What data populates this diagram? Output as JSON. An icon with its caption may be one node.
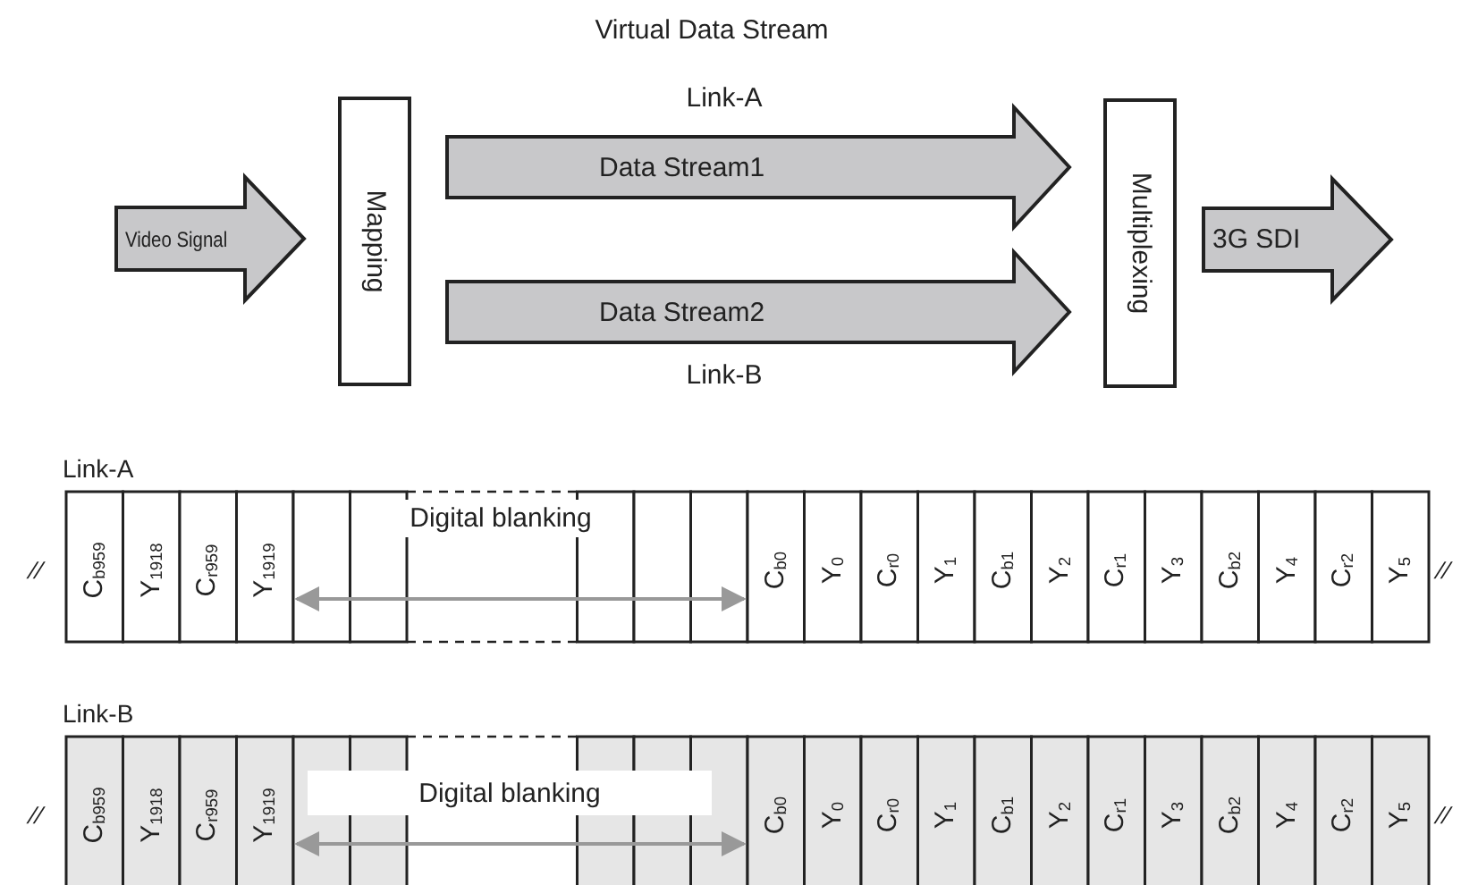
{
  "diagram": {
    "title": "Virtual Data Stream",
    "nodes": [
      {
        "text": [
          "Mapping"
        ]
      },
      {
        "text": [
          "Multiplexing"
        ]
      }
    ],
    "edges": [
      {
        "from": null,
        "to": 0,
        "arrow": "to",
        "label": "Video Signal"
      },
      {
        "from": 0,
        "to": 1,
        "arrow": "to",
        "label": "Data Stream1"
      },
      {
        "from": 0,
        "to": 1,
        "arrow": "to",
        "label": "Data Stream2"
      },
      {
        "from": 1,
        "to": null,
        "arrow": "to",
        "label": "3G SDI"
      }
    ],
    "labels": [
      "Link-A",
      "Link-B",
      "Link-A",
      "//",
      "C$_{b959}$",
      "Y$_{1918}$",
      "C$_{r959}$",
      "Y$_{1919}$",
      "Digital blanking",
      "C$_{b0}$",
      "Y$_{0}$",
      "C$_{r0}$",
      "Y$_{1}$",
      "C$_{b1}$",
      "Y$_{2}$",
      "C$_{r1}$",
      "Y$_{3}$",
      "C$_{b2}$",
      "Y$_{4}$",
      "C$_{r2}$",
      "Y$_{5}$",
      "//",
      "Link-B",
      "//",
      "C$_{b959}$",
      "Y$_{1918}$",
      "C$_{r959}$",
      "Y$_{1919}$",
      "Digital blanking",
      "C$_{b0}$",
      "Y$_{0}$",
      "C$_{r0}$",
      "Y$_{1}$",
      "C$_{b1}$",
      "Y$_{2}$",
      "C$_{r1}$",
      "Y$_{3}$",
      "C$_{b2}$",
      "Y$_{4}$",
      "C$_{r2}$",
      "Y$_{5}$",
      "//"
    ]
  }
}
